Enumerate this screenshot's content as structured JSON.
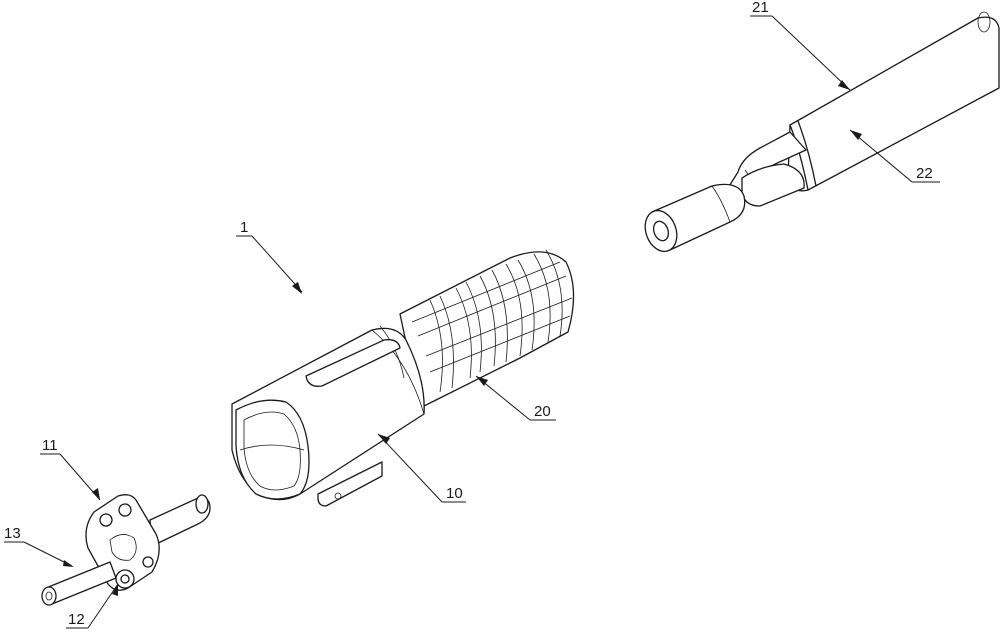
{
  "labels": {
    "l1": "1",
    "l10": "10",
    "l11": "11",
    "l12": "12",
    "l13": "13",
    "l20": "20",
    "l21": "21",
    "l22": "22"
  }
}
